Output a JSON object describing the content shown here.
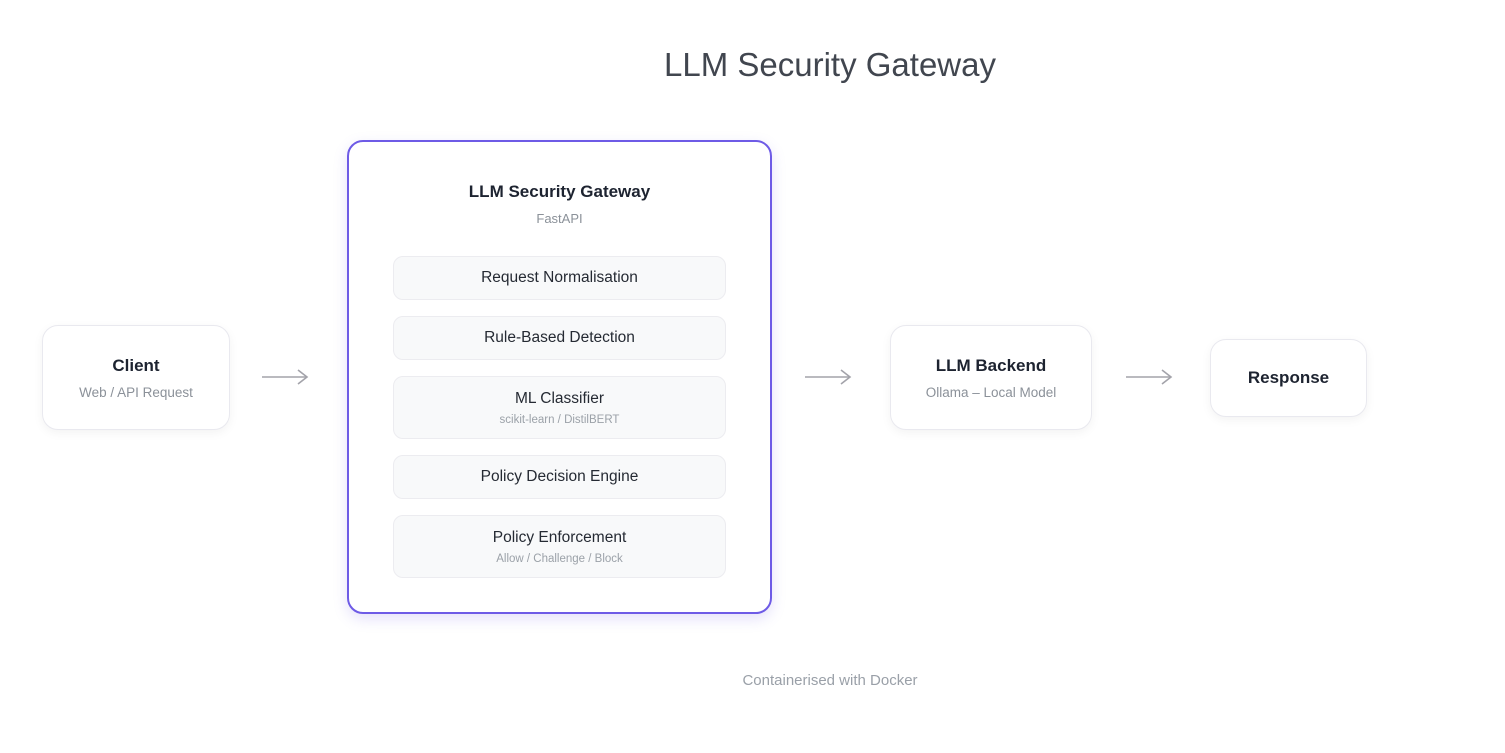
{
  "page": {
    "title": "LLM Security Gateway",
    "footer": "Containerised with Docker"
  },
  "colors": {
    "accent_border": "#6e5be6",
    "arrow": "#a3a3aa",
    "stage_background": "#f8f9fa",
    "muted_text": "#8b9199"
  },
  "icons": [
    {
      "name": "flow-arrow-icon",
      "glyph": "⟶"
    }
  ],
  "flow": {
    "client": {
      "title": "Client",
      "subtitle": "Web / API Request"
    },
    "gateway": {
      "title": "LLM Security Gateway",
      "subtitle": "FastAPI",
      "stages": [
        {
          "label": "Request Normalisation"
        },
        {
          "label": "Rule-Based Detection"
        },
        {
          "label": "ML Classifier",
          "sublabel": "scikit-learn / DistilBERT"
        },
        {
          "label": "Policy Decision Engine"
        },
        {
          "label": "Policy Enforcement",
          "sublabel": "Allow / Challenge / Block"
        }
      ]
    },
    "backend": {
      "title": "LLM Backend",
      "subtitle": "Ollama – Local Model"
    },
    "response": {
      "title": "Response"
    }
  }
}
